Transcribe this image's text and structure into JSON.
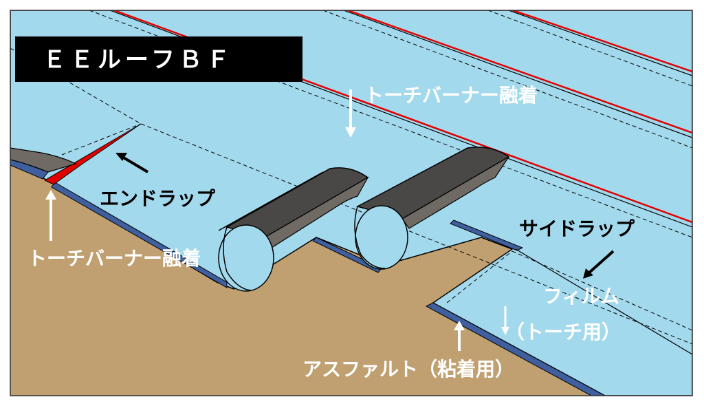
{
  "title": "ＥＥルーフＢＦ",
  "labels": {
    "torch_fusion_top": "トーチバーナー融着",
    "end_lap": "エンドラップ",
    "torch_fusion_left": "トーチバーナー融着",
    "side_lap": "サイドラップ",
    "film": "フィルム",
    "film_torch": "（トーチ用）",
    "asphalt": "アスファルト（粘着用）"
  },
  "colors": {
    "membrane": "#a3d9ec",
    "substrate": "#c0a071",
    "roll": "#4a4846",
    "roll_light": "#6f6a64",
    "seam": "#e00000",
    "under_layer": "#3f5f9e",
    "title_bg": "#000000"
  }
}
